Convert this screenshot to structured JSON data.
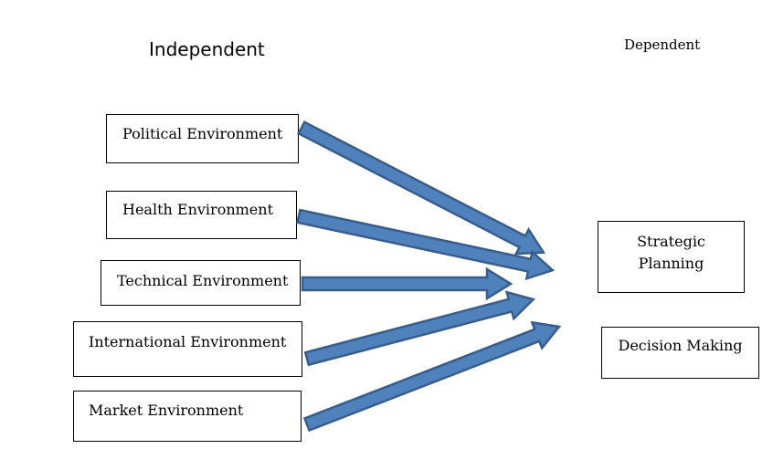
{
  "headings": {
    "independent": "Independent",
    "dependent": "Dependent"
  },
  "independent_variables": [
    "Political Environment",
    "Health Environment",
    "Technical Environment",
    "International Environment",
    "Market Environment"
  ],
  "dependent_variables": [
    "Strategic Planning",
    "Decision Making"
  ],
  "colors": {
    "arrow_fill": "#4f81bd",
    "arrow_stroke": "#385d8a",
    "box_border": "#000000"
  }
}
